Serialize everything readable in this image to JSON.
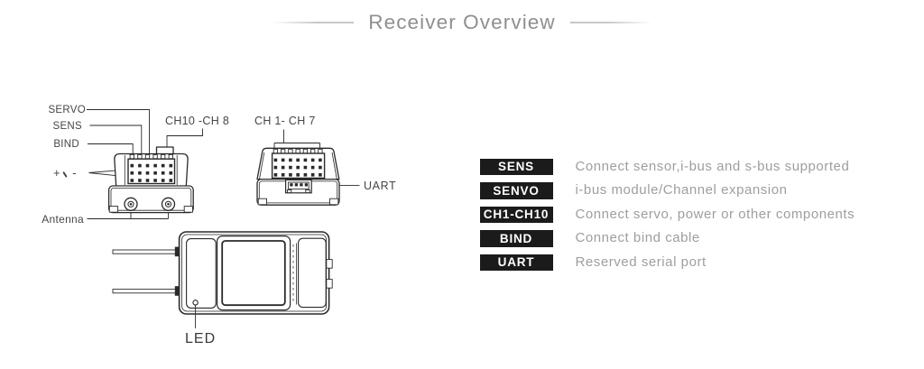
{
  "title": "Receiver Overview",
  "diagram": {
    "labels": {
      "servo": "SERVO",
      "sens": "SENS",
      "bind": "BIND",
      "power_plus": "+",
      "power_comma": "、",
      "power_minus": "-",
      "antenna": "Antenna",
      "ch10_ch8": "CH10 -CH 8",
      "ch1_ch7": "CH 1- CH 7",
      "uart": "UART",
      "led": "LED"
    }
  },
  "legend": {
    "rows": [
      {
        "badge": "SENS",
        "description": "Connect sensor,i-bus and s-bus supported"
      },
      {
        "badge": "SENVO",
        "description": "i-bus module/Channel expansion"
      },
      {
        "badge": "CH1-CH10",
        "description": "Connect servo, power or other components"
      },
      {
        "badge": "BIND",
        "description": "Connect bind cable"
      },
      {
        "badge": "UART",
        "description": "Reserved serial port"
      }
    ]
  },
  "colors": {
    "badge_bg": "#1b1b1b",
    "badge_text": "#ffffff",
    "description_text": "#9e9e9e",
    "title_text": "#8f8f8f",
    "line_art": "#2a2a2a"
  }
}
